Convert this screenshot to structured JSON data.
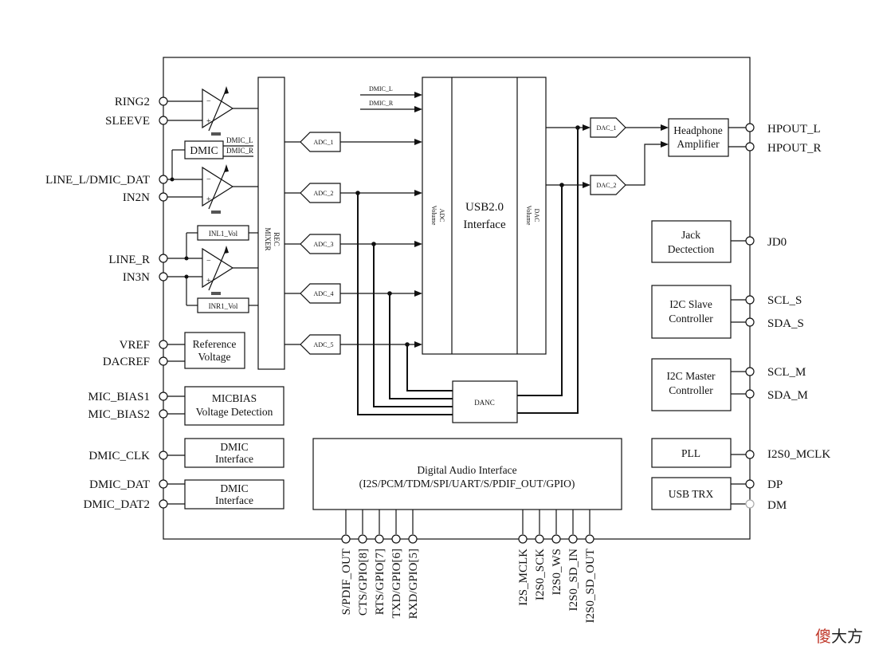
{
  "left_pins": {
    "ring2": "RING2",
    "sleeve": "SLEEVE",
    "line_l_dmic_dat": "LINE_L/DMIC_DAT",
    "in2n": "IN2N",
    "line_r": "LINE_R",
    "in3n": "IN3N",
    "vref": "VREF",
    "dacref": "DACREF",
    "mic_bias1": "MIC_BIAS1",
    "mic_bias2": "MIC_BIAS2",
    "dmic_clk": "DMIC_CLK",
    "dmic_dat": "DMIC_DAT",
    "dmic_dat2": "DMIC_DAT2"
  },
  "right_pins": {
    "hpout_l": "HPOUT_L",
    "hpout_r": "HPOUT_R",
    "jd0": "JD0",
    "scl_s": "SCL_S",
    "sda_s": "SDA_S",
    "scl_m": "SCL_M",
    "sda_m": "SDA_M",
    "i2s0_mclk": "I2S0_MCLK",
    "dp": "DP",
    "dm": "DM"
  },
  "bottom_pins": {
    "spdif_out": "S/PDIF_OUT",
    "cts_gpio8": "CTS/GPIO[8]",
    "rts_gpio7": "RTS/GPIO[7]",
    "txd_gpio6": "TXD/GPIO[6]",
    "rxd_gpio5": "RXD/GPIO[5]",
    "i2s_mclk": "I2S_MCLK",
    "i2s0_sck": "I2S0_SCK",
    "i2s0_ws": "I2S0_WS",
    "i2s0_sd_in": "I2S0_SD_IN",
    "i2s0_sd_out": "I2S0_SD_OUT"
  },
  "blocks": {
    "dmic": "DMIC",
    "dmic_l_tap": "DMIC_L",
    "dmic_r_tap": "DMIC_R",
    "inl1_vol": "INL1_Vol",
    "inr1_vol": "INR1_Vol",
    "reference_voltage": [
      "Reference",
      "Voltage"
    ],
    "micbias": [
      "MICBIAS",
      "Voltage Detection"
    ],
    "dmic_interface": [
      "DMIC",
      "Interface"
    ],
    "rec_mixer": [
      "REC",
      "MIXER"
    ],
    "adc_1": "ADC_1",
    "adc_2": "ADC_2",
    "adc_3": "ADC_3",
    "adc_4": "ADC_4",
    "adc_5": "ADC_5",
    "dmic_l_in": "DMIC_L",
    "dmic_r_in": "DMIC_R",
    "adc_volume": [
      "ADC",
      "Volume"
    ],
    "usb_interface": [
      "USB2.0",
      "Interface"
    ],
    "dac_volume": [
      "DAC",
      "Volume"
    ],
    "dac_1": "DAC_1",
    "dac_2": "DAC_2",
    "headphone_amp": [
      "Headphone",
      "Amplifier"
    ],
    "jack_detection": [
      "Jack",
      "Dectection"
    ],
    "i2c_slave": [
      "I2C Slave",
      "Controller"
    ],
    "i2c_master": [
      "I2C Master",
      "Controller"
    ],
    "pll": "PLL",
    "usb_trx": "USB TRX",
    "danc": "DANC",
    "digital_audio_interface": [
      "Digital Audio Interface",
      "(I2S/PCM/TDM/SPI/UART/S/PDIF_OUT/GPIO)"
    ]
  },
  "watermark": "傻大方",
  "colors": {
    "line": "#111111",
    "watermark_red": "#c0392b",
    "watermark_dark": "#222222"
  }
}
